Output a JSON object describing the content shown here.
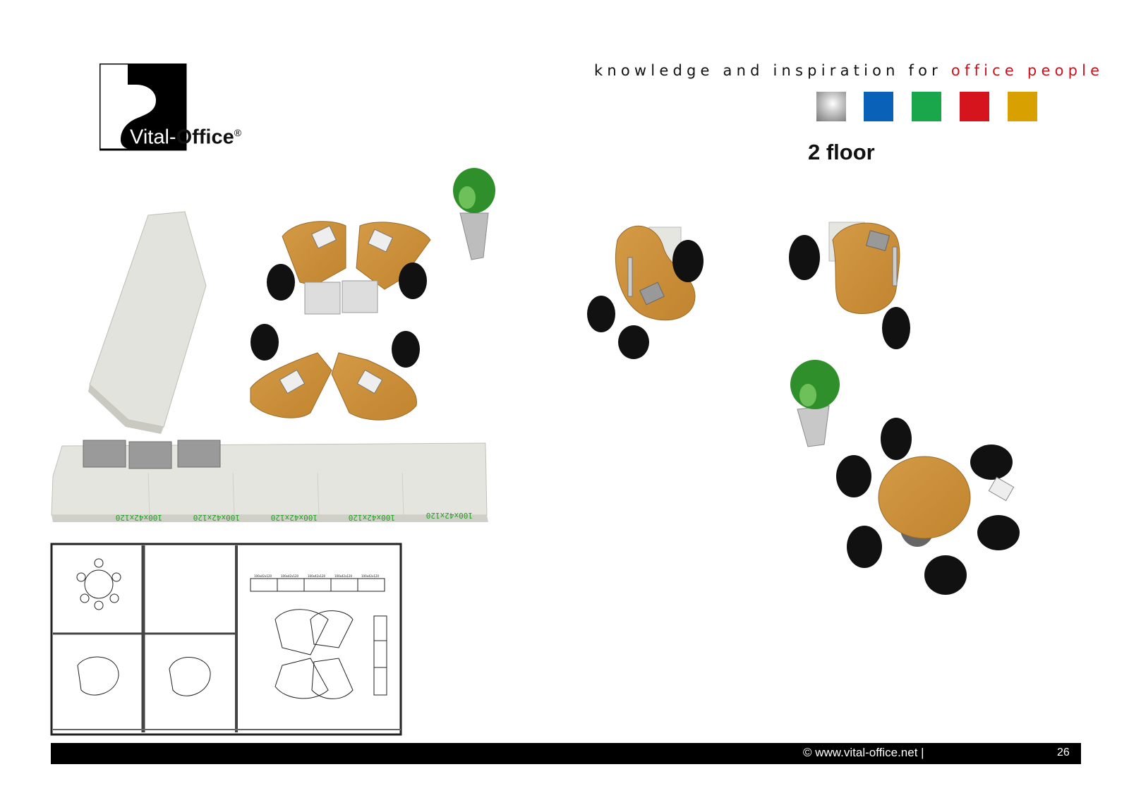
{
  "logo": {
    "text_light": "Vital-",
    "text_bold": "Office",
    "mark": "®"
  },
  "tagline": {
    "prefix": "knowledge and inspiration for ",
    "highlight": "office people"
  },
  "swatches": [
    "#c8c8c8",
    "#0a62b8",
    "#1aa64a",
    "#d6141e",
    "#d8a000"
  ],
  "floor_title": "2 floor",
  "dimension_labels": [
    "100x42x120",
    "100x42x120",
    "100x42x120",
    "100x42x120",
    "100x42x120"
  ],
  "plan_labels": [
    "100x42x120",
    "100x42x120",
    "100x42x120",
    "100x42x120",
    "100x42x120"
  ],
  "footer": {
    "url": "©  www.vital-office.net   |",
    "page": "26"
  }
}
